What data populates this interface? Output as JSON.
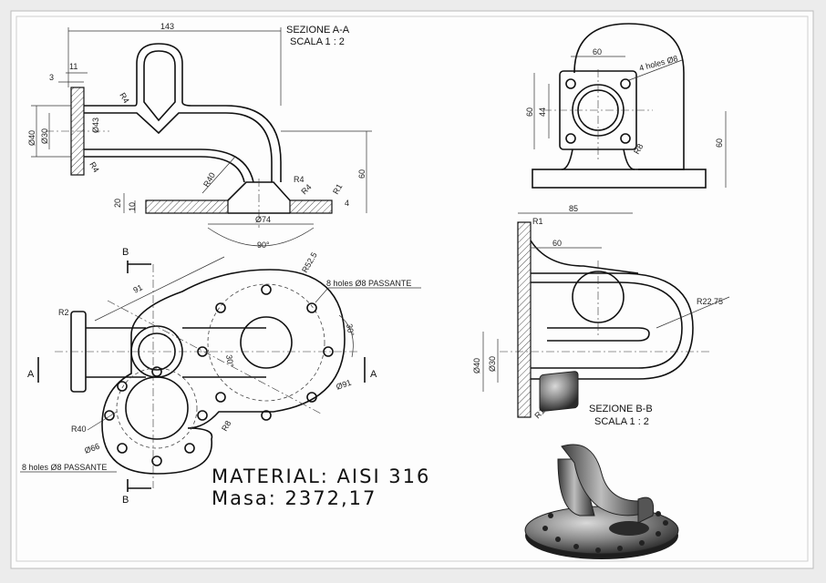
{
  "section_aa": {
    "title": "SEZIONE A-A",
    "scale": "SCALA 1 : 2",
    "dims": {
      "overall_len": "143",
      "d3": "3",
      "d11": "11",
      "r4a": "R4",
      "r4b": "R4",
      "d40": "Ø40",
      "d30": "Ø30",
      "d43": "Ø43",
      "r40": "R40",
      "h20": "20",
      "h10": "10",
      "h60": "60",
      "r4c": "R4",
      "r4d": "R4",
      "r1": "R1",
      "h4": "4",
      "d74": "Ø74",
      "ang90": "90°"
    }
  },
  "front_view": {
    "dims": {
      "w60": "60",
      "holes": "4 holes Ø8",
      "h60": "60",
      "h44": "44",
      "r8": "R8",
      "h60b": "60"
    }
  },
  "section_bb": {
    "title": "SEZIONE B-B",
    "scale": "SCALA 1 : 2",
    "dims": {
      "r1a": "R1",
      "w85": "85",
      "w60": "60",
      "r2275": "R22.75",
      "d40": "Ø40",
      "d30": "Ø30",
      "r4": "R4",
      "r1b": "R1"
    }
  },
  "top_view": {
    "dims": {
      "b_top": "B",
      "b_bottom": "B",
      "a_left": "A",
      "a_right": "A",
      "d91": "91",
      "r525": "R52.5",
      "holes_top": "8 holes Ø8 PASSANTE",
      "r2": "R2",
      "ang30a": "30°",
      "ang30b": "30°",
      "d91b": "Ø91",
      "r40": "R40",
      "r8": "R8",
      "d66": "Ø66",
      "holes_bottom": "8 holes Ø8 PASSANTE"
    }
  },
  "material": {
    "line1": "MATERIAL: AISI 316",
    "line2": "Masa: 2372,17"
  }
}
